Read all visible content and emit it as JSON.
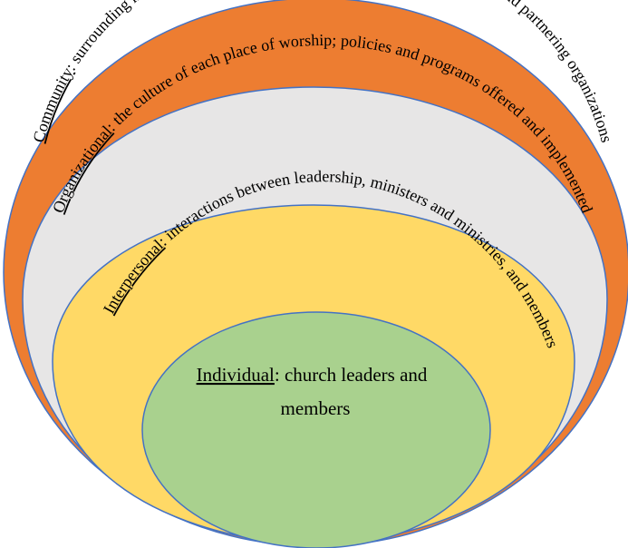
{
  "colors": {
    "community": "#ED7D31",
    "organizational": "#E7E6E6",
    "interpersonal": "#FFD966",
    "individual": "#A9D18E",
    "stroke": "#4472C4"
  },
  "layers": {
    "community": {
      "term": "Community",
      "description": ": surrounding neighborhoods where FBOs are located; nearby supporting and partnering organizations"
    },
    "organizational": {
      "term": "Organizational",
      "description": ": the culture of each place of worship; policies and programs offered and implemented"
    },
    "interpersonal": {
      "term": "Interpersonal",
      "description": ": interactions between leadership, ministers and ministries, and members"
    },
    "individual": {
      "term": "Individual",
      "line1_rest": ": church leaders and",
      "line2": "members"
    }
  }
}
